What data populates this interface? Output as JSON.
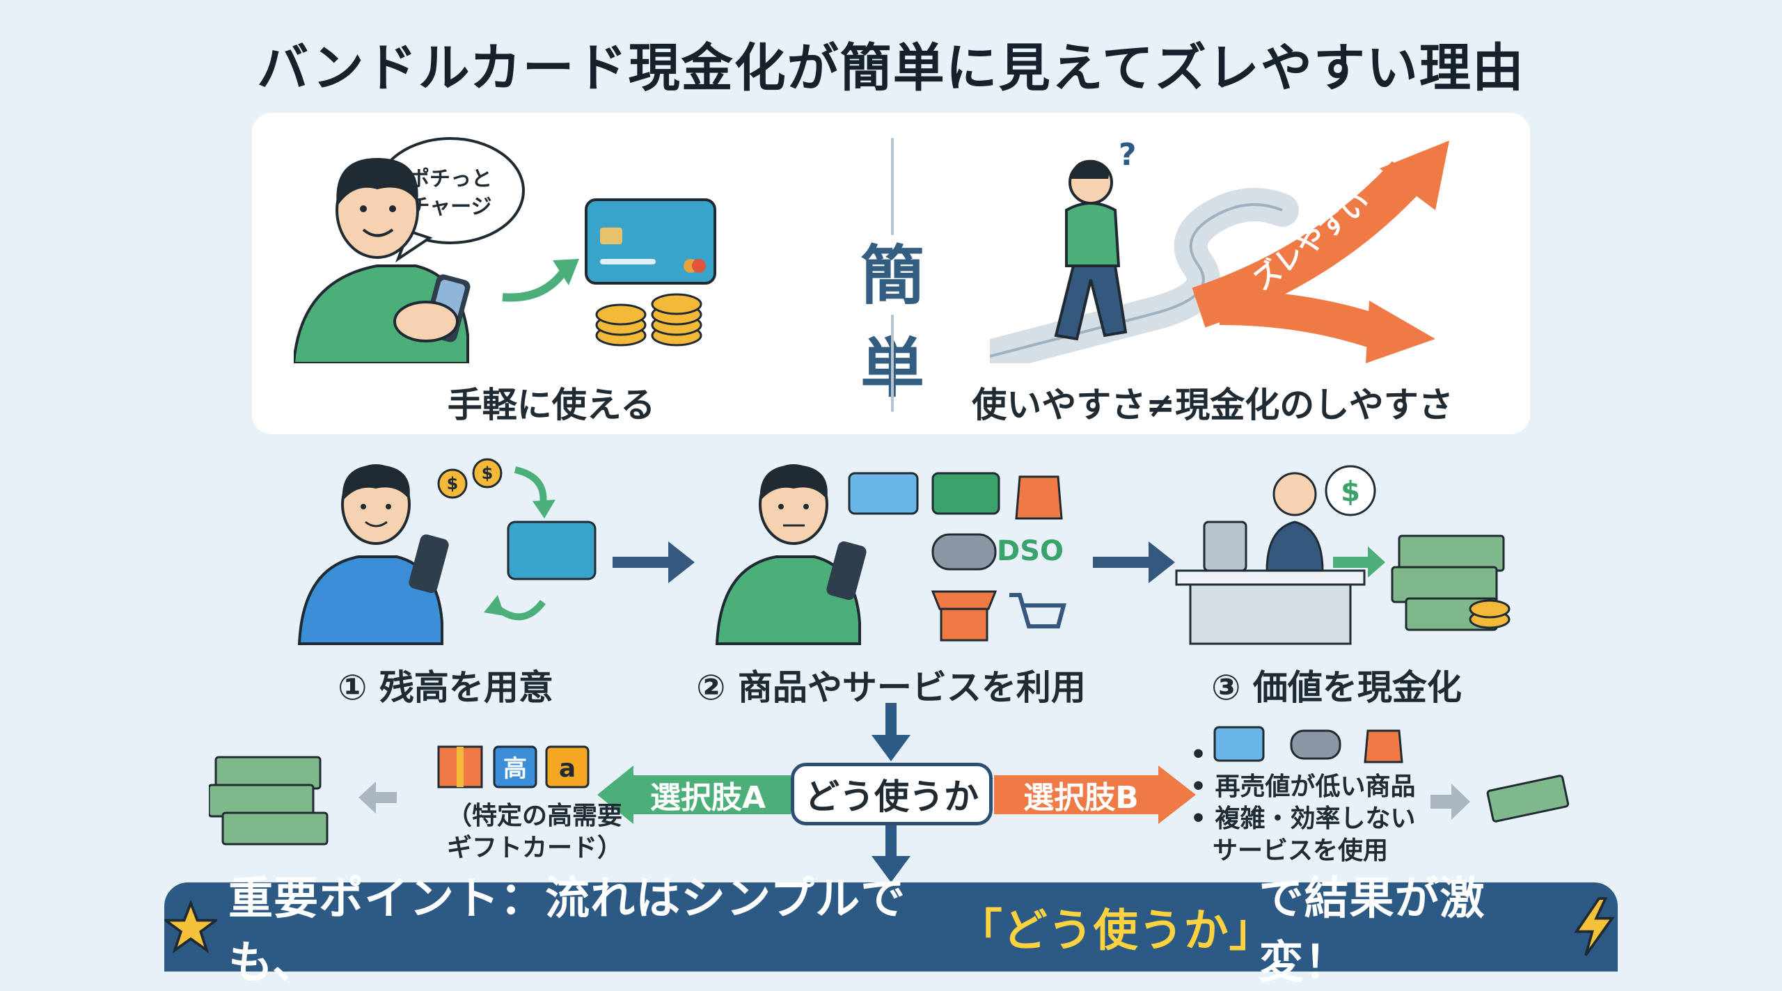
{
  "title": "バンドルカード現金化が簡単に見えてズレやすい理由",
  "top_panel": {
    "speech_bubble": [
      "ポチっと",
      "チャージ"
    ],
    "left_caption": "手軽に使える",
    "center_word": "簡単",
    "arrow_label": "ズレやすい",
    "right_caption": "使いやすさ≠現金化のしやすさ"
  },
  "steps": [
    {
      "label": "① 残高を用意"
    },
    {
      "label": "② 商品やサービスを利用"
    },
    {
      "label": "③ 価値を現金化"
    }
  ],
  "logo_text": "DSO",
  "decision": {
    "center": "どう使うか",
    "option_a": {
      "label": "選択肢A",
      "icon_text": "高",
      "note": "（特定の高需要",
      "note2": "ギフトカード）"
    },
    "option_b": {
      "label": "選択肢B",
      "items": [
        "再売値が低い商品",
        "複雑・効率しない",
        "サービスを使用"
      ]
    }
  },
  "banner": {
    "prefix": "重要ポイント：流れはシンプルでも、",
    "highlight": "「どう使うか」",
    "suffix": "で結果が激変！"
  },
  "colors": {
    "accent_blue": "#2d5a85",
    "green_arrow": "#4caf7a",
    "orange_arrow": "#ef7a45",
    "banner_highlight": "#ffd23f"
  },
  "icons": [
    "speech-bubble-icon",
    "credit-card-icon",
    "coin-stack-icon",
    "question-mark-icon",
    "curved-arrow-icon",
    "gift-card-icon",
    "apple-card-icon",
    "shopping-bag-icon",
    "gamepad-icon",
    "store-icon",
    "cart-icon",
    "cashier-icon",
    "dollar-bubble-icon",
    "cash-stack-icon",
    "gift-box-icon",
    "amazon-icon",
    "star-icon",
    "lightning-icon"
  ]
}
